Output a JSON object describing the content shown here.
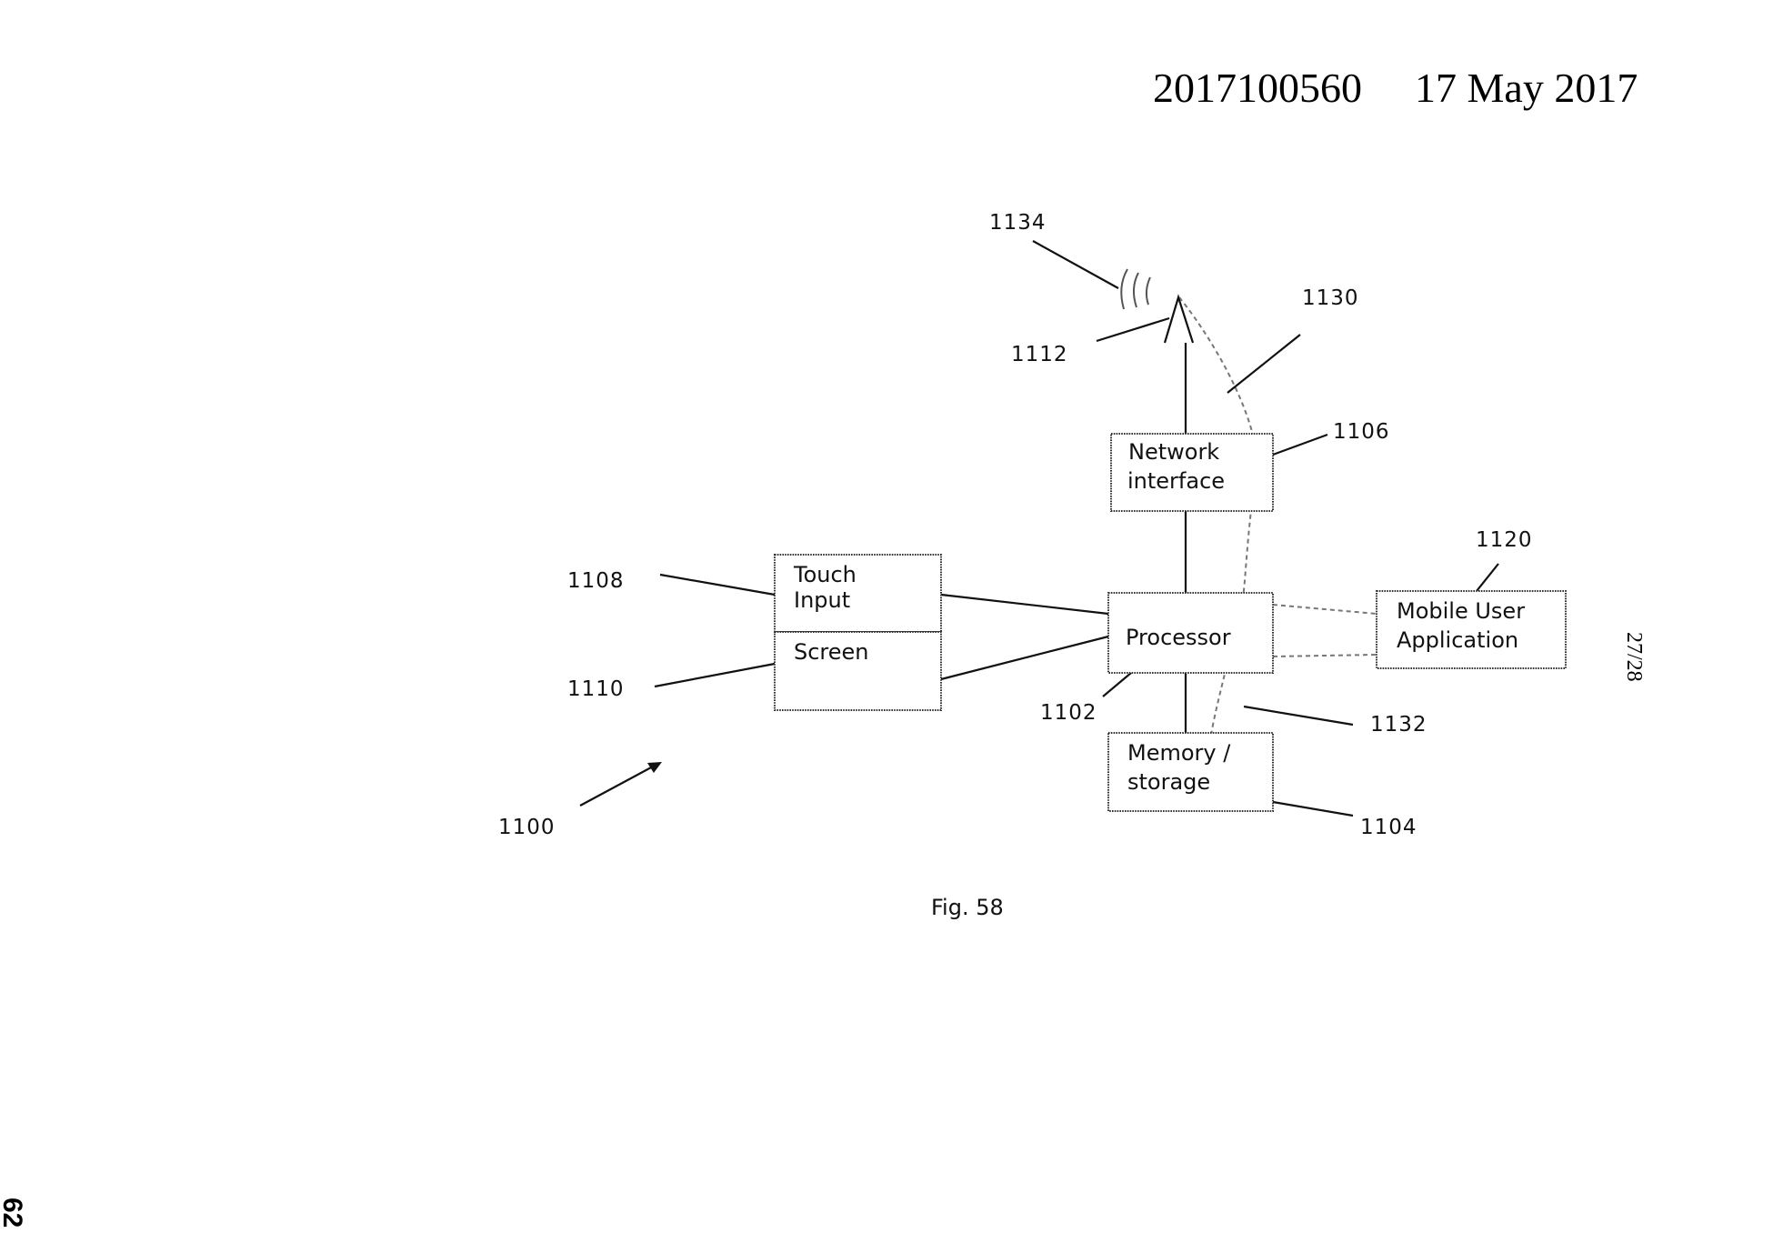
{
  "header": {
    "doc_number": "2017100560",
    "date": "17 May 2017"
  },
  "sheet_label": "27/28",
  "page_number": "62",
  "figure": {
    "caption": "Fig. 58",
    "boxes": {
      "touch_input": [
        "Touch",
        "Input"
      ],
      "screen": [
        "Screen"
      ],
      "network_interface": [
        "Network",
        "interface"
      ],
      "processor": [
        "Processor"
      ],
      "memory_storage": [
        "Memory /",
        "storage"
      ],
      "mobile_user_application": [
        "Mobile User",
        "Application"
      ]
    },
    "refs": {
      "r1100": "1100",
      "r1102": "1102",
      "r1104": "1104",
      "r1106": "1106",
      "r1108": "1108",
      "r1110": "1110",
      "r1112": "1112",
      "r1120": "1120",
      "r1130": "1130",
      "r1132": "1132",
      "r1134": "1134"
    }
  }
}
